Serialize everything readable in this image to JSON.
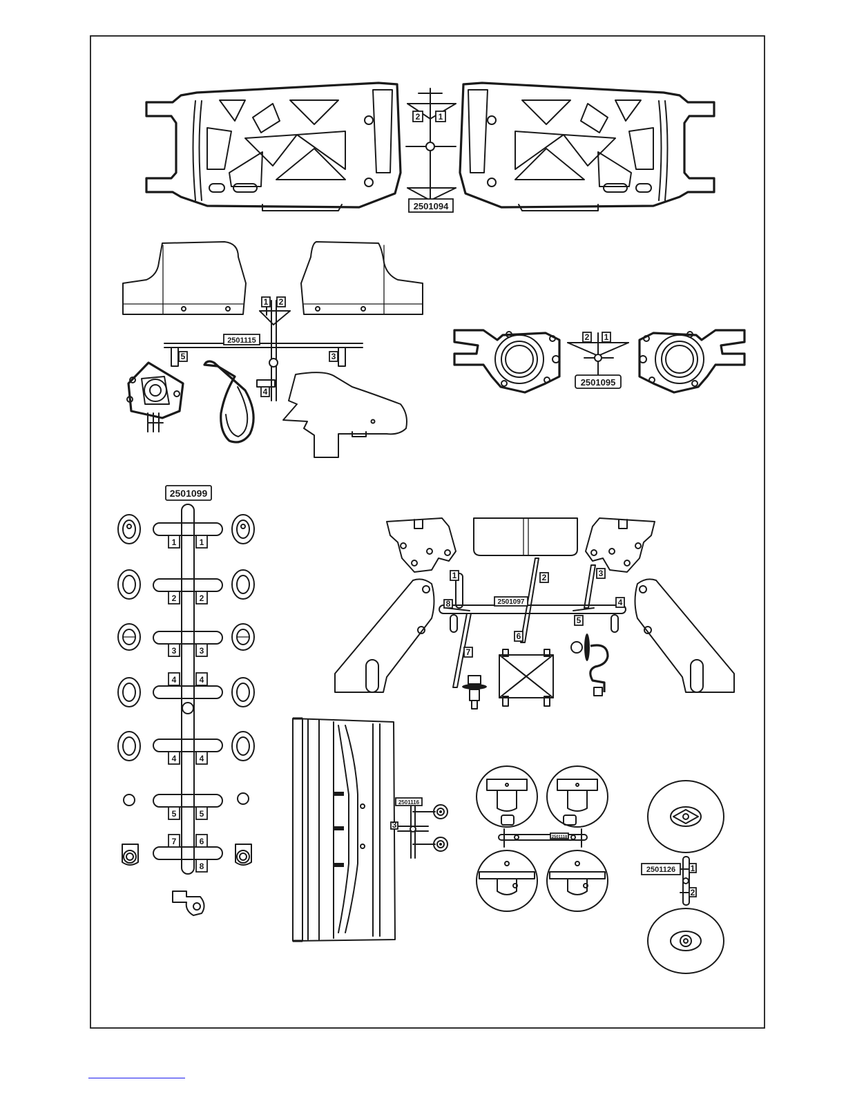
{
  "sprues": {
    "arms": {
      "code": "2501094",
      "gates": [
        "2",
        "1"
      ]
    },
    "covers": {
      "code": "2501115",
      "gates": [
        "1",
        "2",
        "5",
        "3",
        "4"
      ]
    },
    "hubs": {
      "code": "2501095",
      "gates": [
        "2",
        "1"
      ]
    },
    "mounts": {
      "code": "2501099",
      "gates": [
        "1",
        "1",
        "2",
        "2",
        "3",
        "3",
        "4",
        "4",
        "4",
        "4",
        "5",
        "5",
        "7",
        "6",
        "8"
      ]
    },
    "brace": {
      "code": "2501097",
      "gates": [
        "1",
        "2",
        "3",
        "4",
        "5",
        "6",
        "7",
        "8"
      ]
    },
    "wing": {
      "code": "2501116",
      "gates": [
        "3"
      ]
    },
    "discs": {
      "code": "2501118"
    },
    "wheels": {
      "code": "2501126",
      "gates": [
        "1",
        "2"
      ]
    }
  }
}
